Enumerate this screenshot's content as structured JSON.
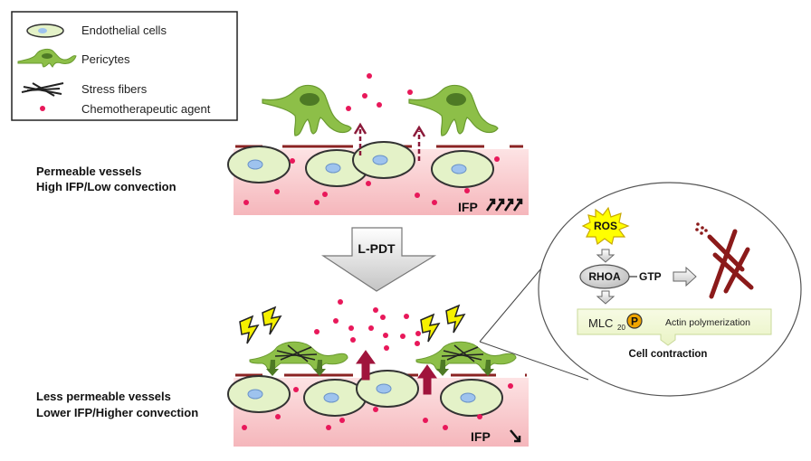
{
  "legend": {
    "items": [
      {
        "icon": "endothelial-cell-icon",
        "label": "Endothelial cells"
      },
      {
        "icon": "pericyte-icon",
        "label": "Pericytes"
      },
      {
        "icon": "stress-fibers-icon",
        "label": "Stress fibers"
      },
      {
        "icon": "chemotherapeutic-agent-icon",
        "label": "Chemotherapeutic agent"
      }
    ]
  },
  "top_panel": {
    "label_line1": "Permeable vessels",
    "label_line2": "High IFP/Low convection",
    "ifp_label": "IFP",
    "ifp_trend": "up-triple-arrow"
  },
  "treatment_arrow": {
    "label": "L-PDT"
  },
  "bottom_panel": {
    "label_line1": "Less permeable vessels",
    "label_line2": "Lower IFP/Higher convection",
    "ifp_label": "IFP",
    "ifp_trend": "down-arrow"
  },
  "pathway": {
    "ros": "ROS",
    "rhoa": "RHOA",
    "gtp": "GTP",
    "mlc": "MLC",
    "mlc_subscript": "20",
    "phospho": "P",
    "actin": "Actin polymerization",
    "contraction": "Cell contraction"
  },
  "colors": {
    "vessel_fill": "#f9c9cc",
    "agent_dot": "#e8185a",
    "pericyte": "#8dbf48",
    "endothelial": "#e4f2c8",
    "nucleus": "#9ec3ee",
    "wall": "#8b2323",
    "fiber": "#8b1a1a",
    "ros": "#ffff00"
  }
}
